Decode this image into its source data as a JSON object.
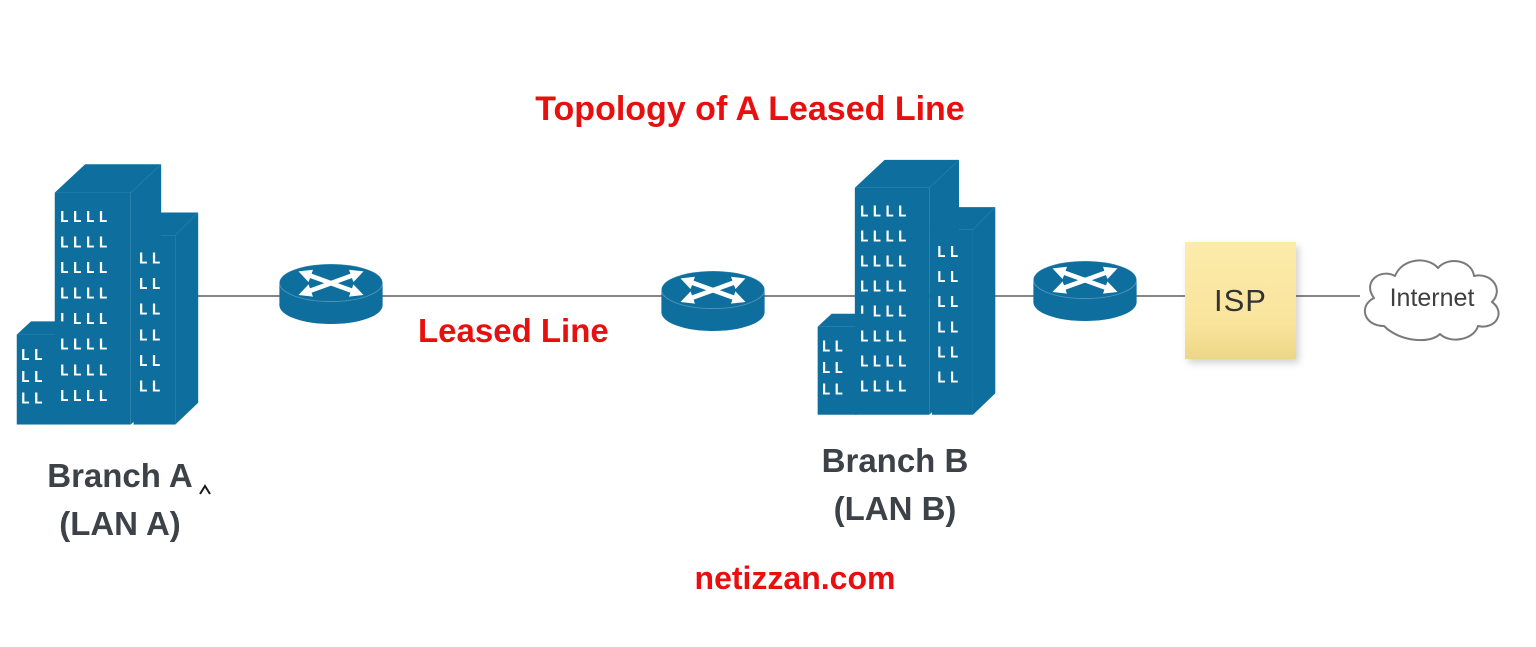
{
  "diagram": {
    "title": "Topology of A Leased Line",
    "watermark": "netizzan.com",
    "link_label": "Leased Line",
    "nodes": {
      "branch_a": {
        "line1": "Branch A",
        "line2": "(LAN A)"
      },
      "branch_b": {
        "line1": "Branch B",
        "line2": "(LAN B)"
      },
      "isp": {
        "label": "ISP"
      },
      "internet": {
        "label": "Internet"
      }
    },
    "edges": [
      "Branch A building — Router 1",
      "Router 1 — Leased Line — Router 2",
      "Router 2 — Branch B building",
      "Branch B building — Router 3",
      "Router 3 — ISP",
      "ISP — Internet cloud"
    ],
    "colors": {
      "device_blue": "#0E6E9E",
      "accent_red": "#E8100F",
      "label_gray": "#3C4248",
      "sticky_yellow": "#F9E49C",
      "line_gray": "#868686"
    }
  }
}
